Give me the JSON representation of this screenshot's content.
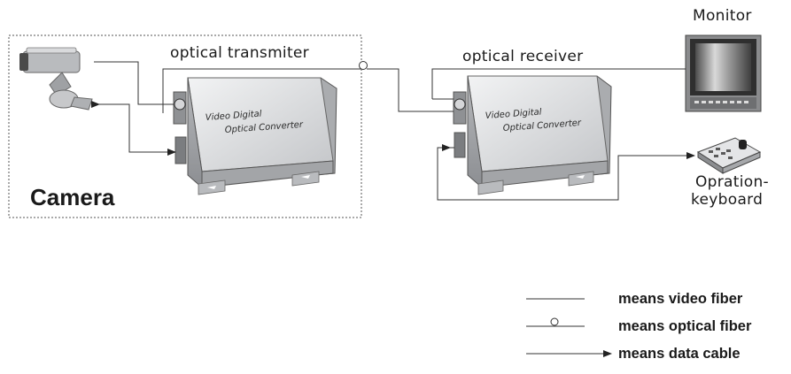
{
  "labels": {
    "monitor": "Monitor",
    "optical_transmitter": "optical transmiter",
    "optical_receiver": "optical receiver",
    "camera": "Camera",
    "keyboard_line1": "Opration-",
    "keyboard_line2": "keyboard"
  },
  "converter": {
    "line1": "Video Digital",
    "line2": "Optical Converter"
  },
  "legend": [
    {
      "symbol": "line",
      "text": "means video fiber"
    },
    {
      "symbol": "circle-line",
      "text": "means optical fiber"
    },
    {
      "symbol": "arrow",
      "text": "means data cable"
    }
  ],
  "colors": {
    "line": "#333333",
    "device_body": "#c9cacc",
    "device_top": "#e6e7e9",
    "device_shadow": "#8e9094"
  }
}
